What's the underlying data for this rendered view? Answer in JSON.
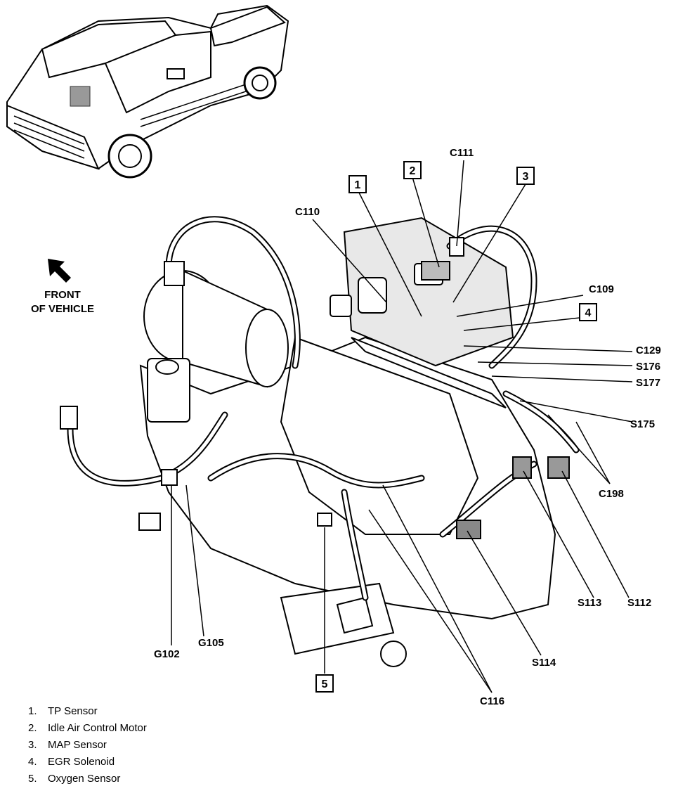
{
  "front_label": [
    "FRONT",
    "OF VEHICLE"
  ],
  "callout_boxes": [
    "1",
    "2",
    "3",
    "4",
    "5"
  ],
  "connector_labels": {
    "c111": "C111",
    "c110": "C110",
    "c109": "C109",
    "c129": "C129",
    "s176": "S176",
    "s177": "S177",
    "s175": "S175",
    "c198": "C198",
    "s113": "S113",
    "s112": "S112",
    "s114": "S114",
    "c116": "C116",
    "g102": "G102",
    "g105": "G105"
  },
  "legend": [
    {
      "num": "1.",
      "text": "TP Sensor"
    },
    {
      "num": "2.",
      "text": "Idle Air Control Motor"
    },
    {
      "num": "3.",
      "text": "MAP Sensor"
    },
    {
      "num": "4.",
      "text": "EGR Solenoid"
    },
    {
      "num": "5.",
      "text": "Oxygen Sensor"
    }
  ]
}
